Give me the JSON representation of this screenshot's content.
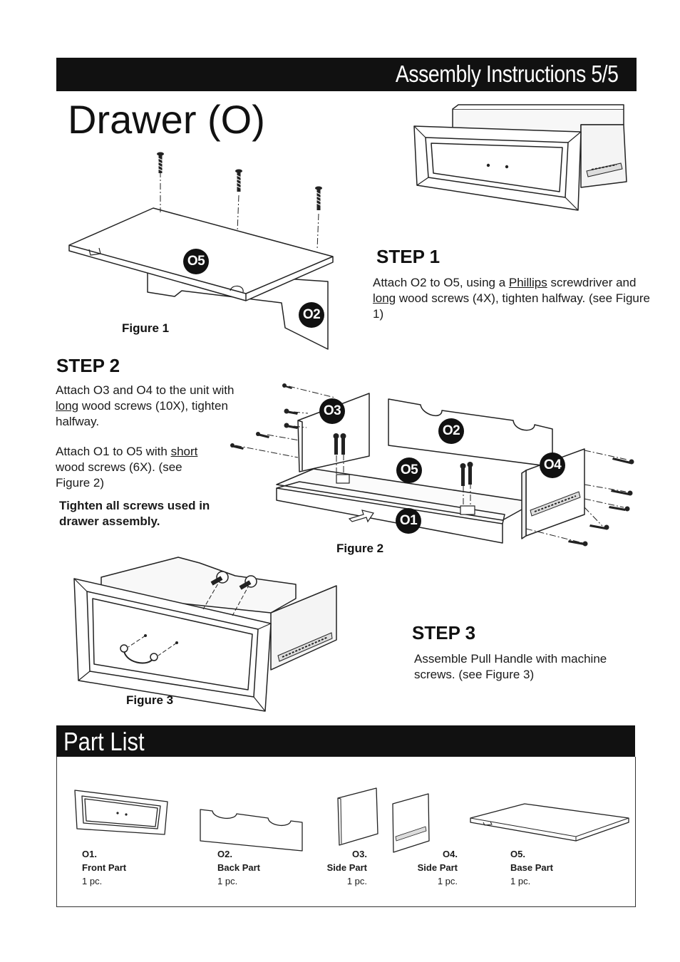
{
  "header": {
    "title": "Assembly Instructions 5/5"
  },
  "main_title": "Drawer (O)",
  "step1": {
    "title": "STEP 1",
    "text_parts": [
      "Attach O2 to O5, using a ",
      "Phillips",
      " screwdriver and ",
      "long",
      " wood screws (4X), tighten halfway. (see Figure 1)"
    ]
  },
  "step2": {
    "title": "STEP 2",
    "para1_parts": [
      "Attach O3 and O4 to the unit with ",
      "long",
      " wood screws (10X), tighten halfway."
    ],
    "para2_parts": [
      "Attach O1 to O5 with ",
      "short",
      " wood screws (6X). (see Figure 2)"
    ],
    "note": "Tighten all screws used in drawer assembly."
  },
  "step3": {
    "title": "STEP 3",
    "text": "Assemble Pull Handle with machine screws. (see Figure 3)"
  },
  "figures": {
    "fig1": "Figure 1",
    "fig2": "Figure 2",
    "fig3": "Figure 3"
  },
  "badges": {
    "o1": "O1",
    "o2": "O2",
    "o3": "O3",
    "o4": "O4",
    "o5": "O5"
  },
  "part_list": {
    "title": "Part List",
    "parts": [
      {
        "code": "O1.",
        "name": "Front Part",
        "qty": "1 pc."
      },
      {
        "code": "O2.",
        "name": "Back Part",
        "qty": "1 pc."
      },
      {
        "code": "O3.",
        "name": "Side Part",
        "qty": "1 pc."
      },
      {
        "code": "O4.",
        "name": "Side Part",
        "qty": "1 pc."
      },
      {
        "code": "O5.",
        "name": "Base Part",
        "qty": "1 pc."
      }
    ]
  }
}
